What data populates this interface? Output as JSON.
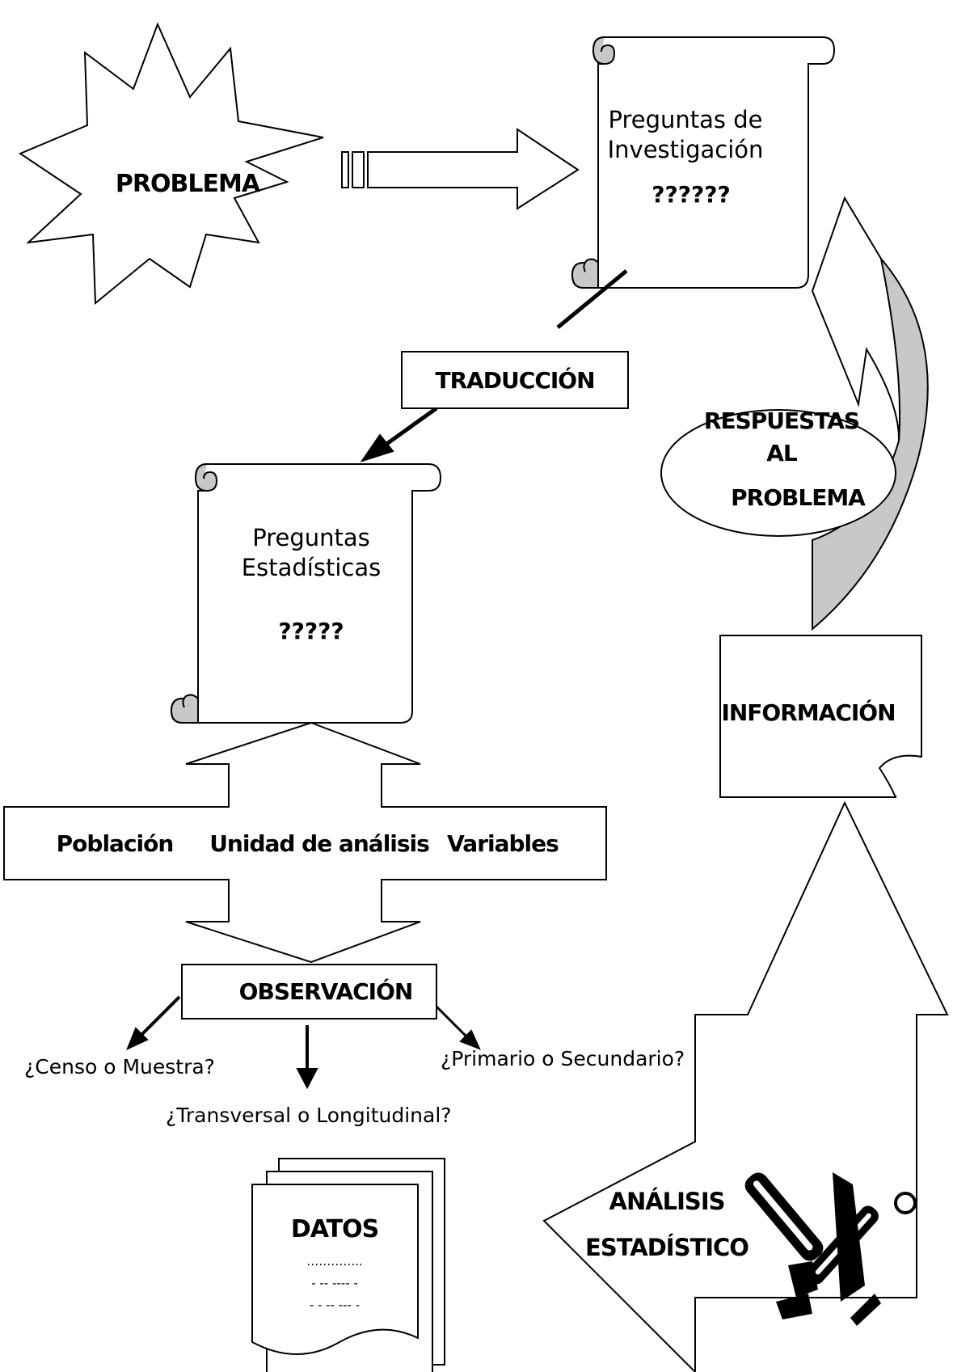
{
  "problem": {
    "label": "PROBLEMA"
  },
  "research_scroll": {
    "line1": "Preguntas de",
    "line2": "Investigación",
    "marks": "??????"
  },
  "translation": {
    "label": "TRADUCCIÓN"
  },
  "stats_scroll": {
    "line1": "Preguntas",
    "line2": "Estadísticas",
    "marks": "?????"
  },
  "definition": {
    "population": "Población",
    "unit": "Unidad de análisis",
    "variables": "Variables"
  },
  "observation": {
    "label": "OBSERVACIÓN",
    "option_census": "¿Censo o Muestra?",
    "option_time": "¿Transversal o Longitudinal?",
    "option_source": "¿Primario o Secundario?"
  },
  "data_stack": {
    "label": "DATOS",
    "line1": "…………..",
    "line2": "- -- ---- -",
    "line3": "- - -- --- -"
  },
  "analysis": {
    "line1": "ANÁLISIS",
    "line2": "ESTADÍSTICO"
  },
  "information": {
    "label": "INFORMACIÓN"
  },
  "answers": {
    "line1": "RESPUESTAS",
    "line2": "AL",
    "line3": "PROBLEMA"
  },
  "icons": [
    "starburst-icon",
    "scroll-icon",
    "tools-icon",
    "document-stack-icon"
  ],
  "colors": {
    "stroke": "#000000",
    "shade": "#c8c8c8",
    "fill": "#ffffff"
  }
}
